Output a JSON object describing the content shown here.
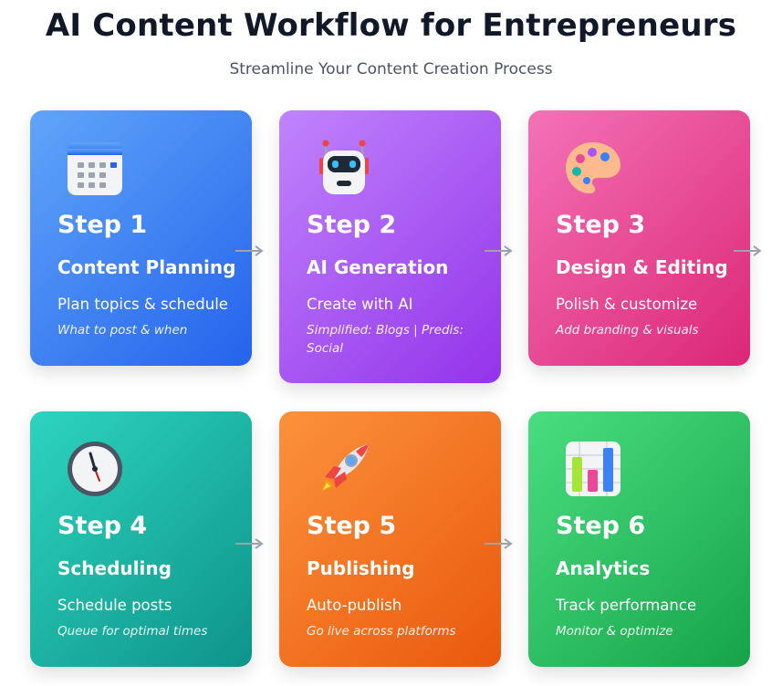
{
  "header": {
    "title": "AI Content Workflow for Entrepreneurs",
    "subtitle": "Streamline Your Content Creation Process"
  },
  "steps": [
    {
      "step_label": "Step 1",
      "name": "Content Planning",
      "description": "Plan topics & schedule",
      "detail": "What to post & when",
      "icon": "calendar-icon",
      "gradient": [
        "#60a5fa",
        "#2563eb"
      ]
    },
    {
      "step_label": "Step 2",
      "name": "AI Generation",
      "description": "Create with AI",
      "detail": "Simplified: Blogs | Predis: Social",
      "icon": "robot-icon",
      "gradient": [
        "#c084fc",
        "#9333ea"
      ]
    },
    {
      "step_label": "Step 3",
      "name": "Design & Editing",
      "description": "Polish & customize",
      "detail": "Add branding & visuals",
      "icon": "palette-icon",
      "gradient": [
        "#f472b6",
        "#db2777"
      ]
    },
    {
      "step_label": "Step 4",
      "name": "Scheduling",
      "description": "Schedule posts",
      "detail": "Queue for optimal times",
      "icon": "clock-icon",
      "gradient": [
        "#2dd4bf",
        "#0d9488"
      ]
    },
    {
      "step_label": "Step 5",
      "name": "Publishing",
      "description": "Auto-publish",
      "detail": "Go live across platforms",
      "icon": "rocket-icon",
      "gradient": [
        "#fb923c",
        "#ea580c"
      ]
    },
    {
      "step_label": "Step 6",
      "name": "Analytics",
      "description": "Track performance",
      "detail": "Monitor & optimize",
      "icon": "bar-chart-icon",
      "gradient": [
        "#4ade80",
        "#16a34a"
      ]
    }
  ],
  "arrow_color": "#9ca3af"
}
